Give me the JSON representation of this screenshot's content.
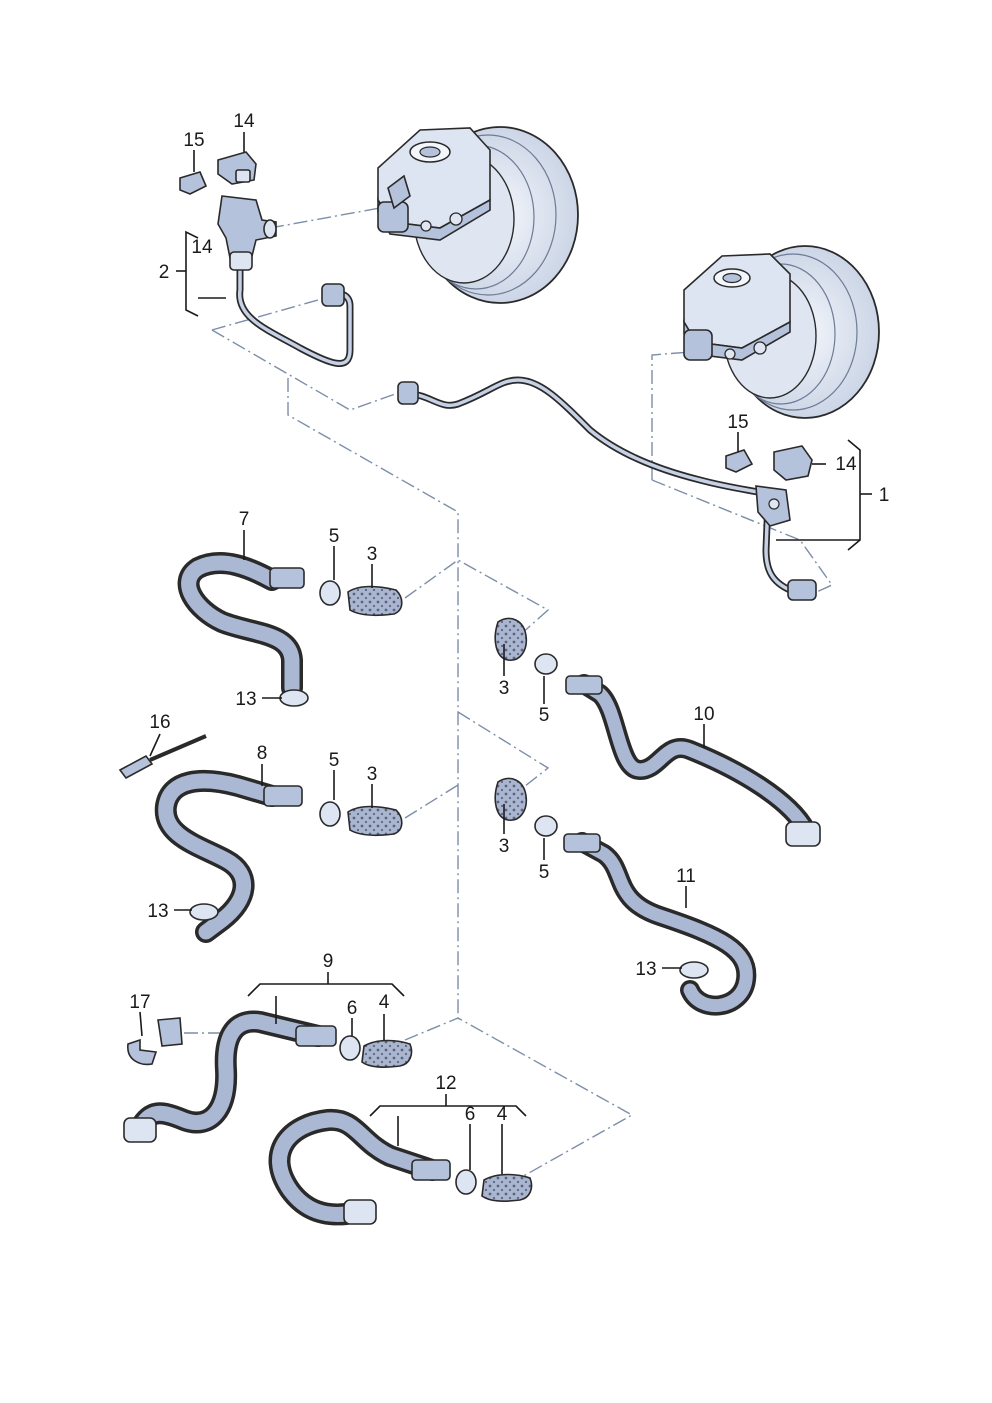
{
  "diagram": {
    "callouts": {
      "n1": "1",
      "n2": "2",
      "n3a": "3",
      "n3b": "3",
      "n3c": "3",
      "n3d": "3",
      "n4a": "4",
      "n4b": "4",
      "n5a": "5",
      "n5b": "5",
      "n5c": "5",
      "n5d": "5",
      "n6a": "6",
      "n6b": "6",
      "n7": "7",
      "n8": "8",
      "n9": "9",
      "n10": "10",
      "n11": "11",
      "n12": "12",
      "n13a": "13",
      "n13b": "13",
      "n13c": "13",
      "n14a": "14",
      "n14b": "14",
      "n14c": "14",
      "n15a": "15",
      "n15b": "15",
      "n16": "16",
      "n17": "17"
    }
  }
}
